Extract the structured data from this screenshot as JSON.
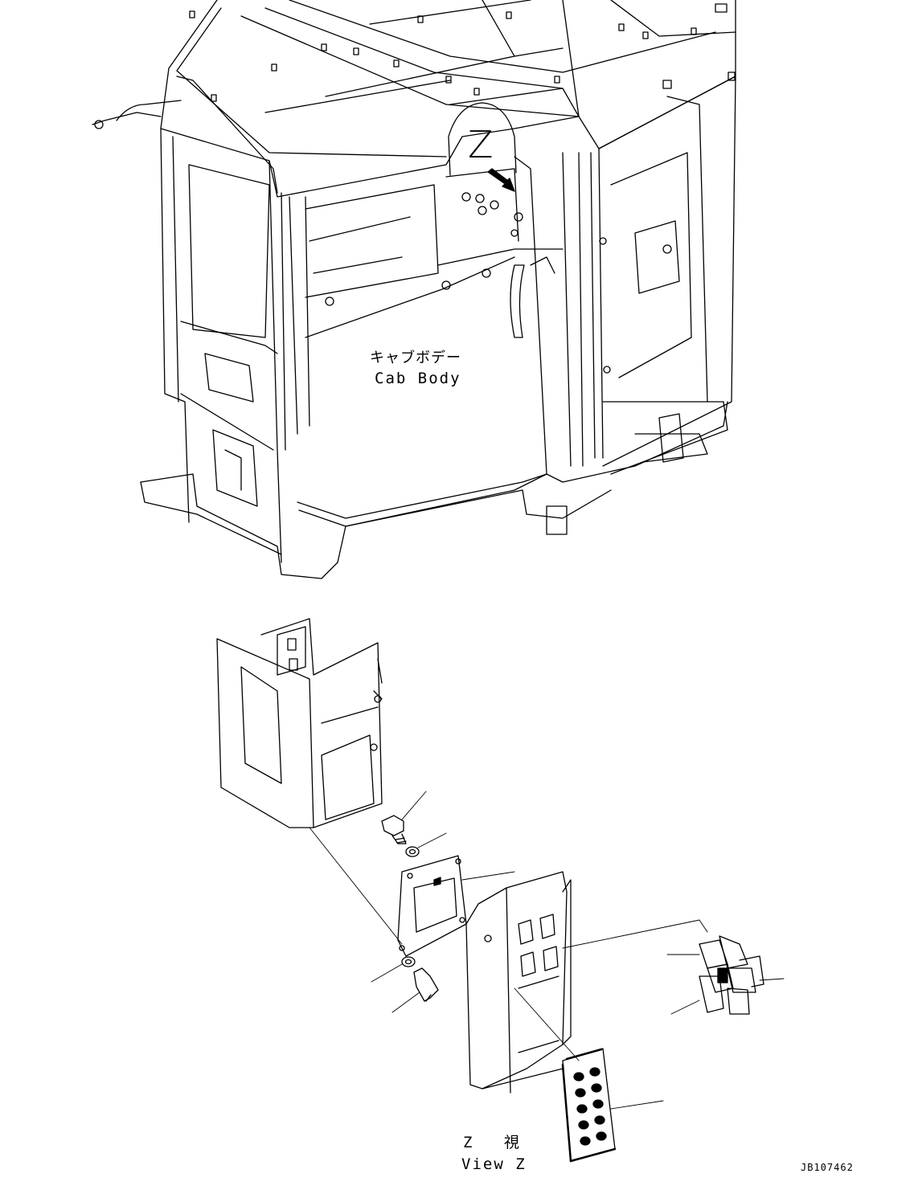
{
  "labels": {
    "cab_body_ja": "キャブボデー",
    "cab_body_en": "Cab Body",
    "view_ja": "Z 視",
    "view_en": "View Z",
    "z_marker": "Z",
    "drawing_code": "JB107462"
  },
  "colors": {
    "line": "#000000",
    "background": "#ffffff"
  }
}
